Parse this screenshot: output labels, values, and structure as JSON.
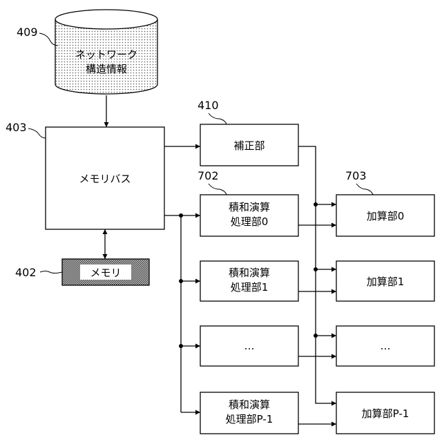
{
  "diagram": {
    "refs": {
      "network_db": "409",
      "memory_bus": "403",
      "memory": "402",
      "correction": "410",
      "mac_group": "702",
      "adder_group": "703"
    },
    "network_db": {
      "line1": "ネットワーク",
      "line2": "構造情報"
    },
    "memory_bus": {
      "label": "メモリバス"
    },
    "memory": {
      "label": "メモリ"
    },
    "correction": {
      "label": "補正部"
    },
    "mac_units": [
      {
        "line1": "積和演算",
        "line2": "処理部0"
      },
      {
        "line1": "積和演算",
        "line2": "処理部1"
      },
      {
        "line1": "…",
        "line2": ""
      },
      {
        "line1": "積和演算",
        "line2": "処理部P-1"
      }
    ],
    "adders": [
      {
        "label": "加算部0"
      },
      {
        "label": "加算部1"
      },
      {
        "label": "…"
      },
      {
        "label": "加算部P-1"
      }
    ]
  }
}
